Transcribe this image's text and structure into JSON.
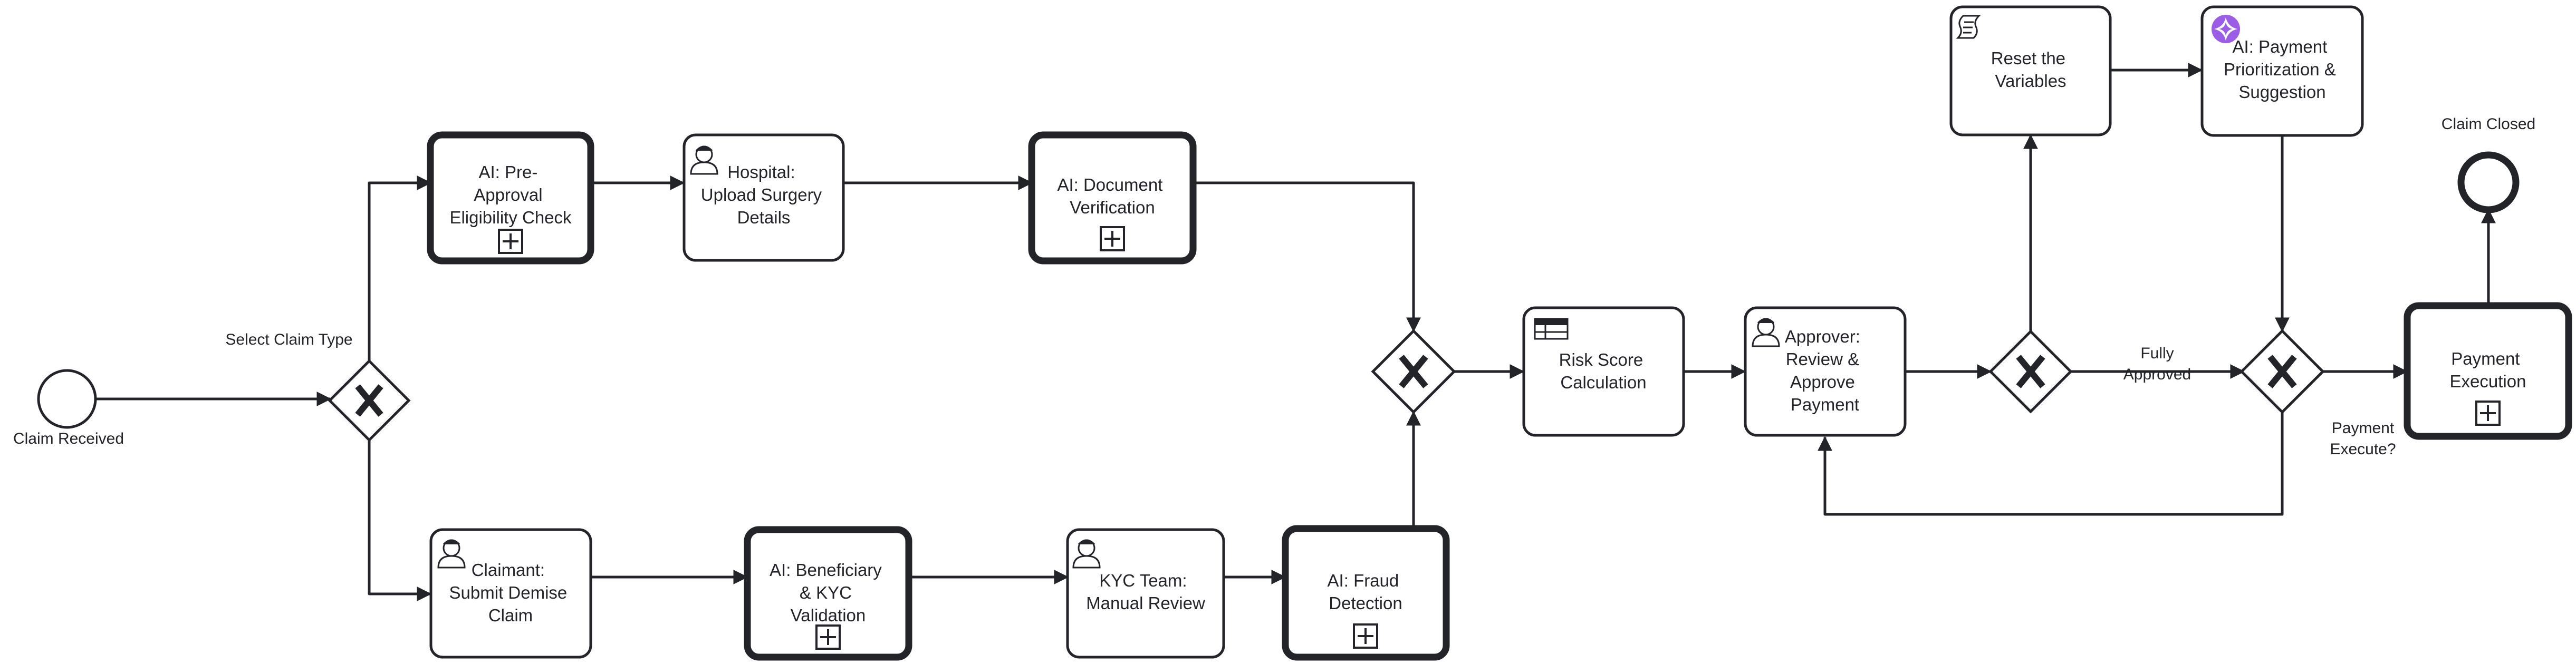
{
  "events": {
    "claim_received": "Claim Received",
    "claim_closed": "Claim Closed"
  },
  "tasks": {
    "preapproval": [
      "AI: Pre-",
      "Approval",
      "Eligibility Check"
    ],
    "hospital_upload": [
      "Hospital:",
      "Upload Surgery",
      "Details"
    ],
    "doc_verification": [
      "AI: Document",
      "Verification"
    ],
    "submit_demise": [
      "Claimant:",
      "Submit Demise",
      "Claim"
    ],
    "beneficiary_kyc": [
      "AI: Beneficiary",
      "& KYC",
      "Validation"
    ],
    "kyc_review": [
      "KYC Team:",
      "Manual Review"
    ],
    "fraud_detection": [
      "AI: Fraud",
      "Detection"
    ],
    "risk_score": [
      "Risk Score",
      "Calculation"
    ],
    "approver_review": [
      "Approver:",
      "Review &",
      "Approve",
      "Payment"
    ],
    "reset_variables": [
      "Reset the",
      "Variables"
    ],
    "payment_prioritization": [
      "AI: Payment",
      "Prioritization &",
      "Suggestion"
    ],
    "payment_execution": [
      "Payment",
      "Execution"
    ]
  },
  "gateway_labels": {
    "select_claim_type": "Select Claim Type",
    "fully_approved": [
      "Fully",
      "Approved"
    ],
    "payment_execute": [
      "Payment",
      "Execute?"
    ]
  },
  "icons": {
    "user_task": "user-icon",
    "business_rule": "table-icon",
    "script_task": "script-icon",
    "ai_task": "ai-sparkle-icon",
    "subprocess": "plus-icon",
    "gateway": "x-icon"
  },
  "colors": {
    "stroke": "#22242a",
    "background": "#ffffff",
    "ai_badge": "#9b5de5"
  }
}
